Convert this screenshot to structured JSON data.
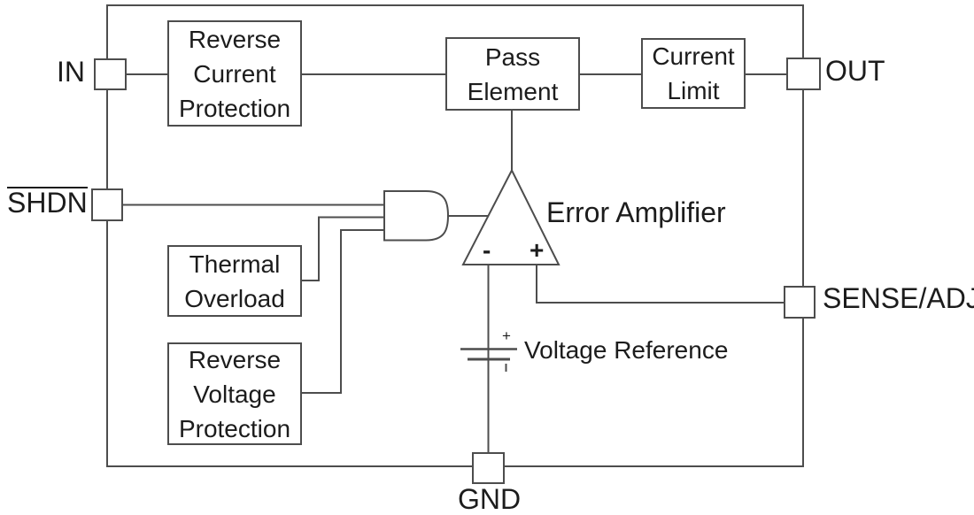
{
  "colors": {
    "background": "#ffffff",
    "line": "#4d4d4d",
    "text": "#1c1c1c"
  },
  "pins": {
    "in": {
      "label": "IN"
    },
    "shdn": {
      "label": "SHDN",
      "active_low_overline": true
    },
    "out": {
      "label": "OUT"
    },
    "sense_adj": {
      "label": "SENSE/ADJ"
    },
    "gnd": {
      "label": "GND"
    }
  },
  "blocks": {
    "reverse_current_protection": {
      "label": [
        "Reverse",
        "Current",
        "Protection"
      ]
    },
    "pass_element": {
      "label": [
        "Pass",
        "Element"
      ]
    },
    "current_limit": {
      "label": [
        "Current",
        "Limit"
      ]
    },
    "thermal_overload": {
      "label": [
        "Thermal",
        "Overload"
      ]
    },
    "reverse_voltage_protection": {
      "label": [
        "Reverse",
        "Voltage",
        "Protection"
      ]
    }
  },
  "symbols": {
    "error_amplifier": {
      "label": "Error Amplifier",
      "minus_input": "-",
      "plus_input": "+"
    },
    "voltage_reference": {
      "label": "Voltage Reference",
      "plus_terminal": "+"
    }
  }
}
